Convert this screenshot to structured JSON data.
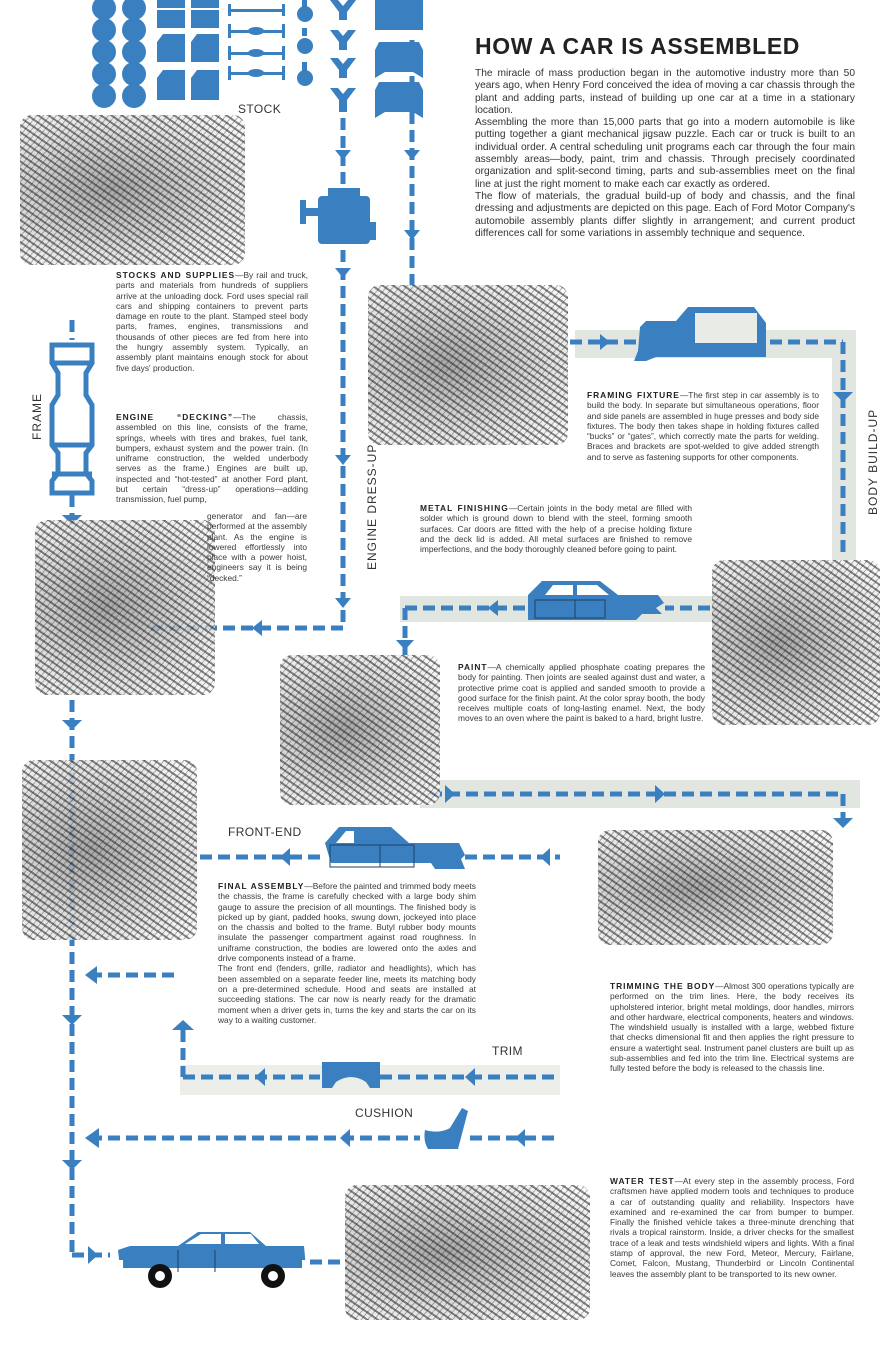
{
  "title": "HOW A CAR IS ASSEMBLED",
  "intro": [
    "The miracle of mass production began in the automotive industry more than 50 years ago, when Henry Ford conceived the idea of moving a car chassis through the plant and adding parts, instead of building up one car at a time in a stationary location.",
    "Assembling the more than 15,000 parts that go into a modern automobile is like putting together a giant mechanical jigsaw puzzle. Each car or truck is built to an individual order. A central scheduling unit programs each car through the four main assembly areas—body, paint, trim and chassis. Through precisely coordinated organization and split-second timing, parts and sub-assemblies meet on the final line at just the right moment to make each car exactly as ordered.",
    "The flow of materials, the gradual build-up of body and chassis, and the final dressing and adjustments are depicted on this page. Each of Ford Motor Company's automobile assembly plants differ slightly in arrangement; and current product differences call for some variations in assembly technique and sequence."
  ],
  "labels": {
    "stock": "STOCK",
    "frame": "FRAME",
    "engine_dress_up": "ENGINE DRESS-UP",
    "body_build_up": "BODY BUILD-UP",
    "front_end": "FRONT-END",
    "trim": "TRIM",
    "cushion": "CUSHION"
  },
  "sections": {
    "stocks": {
      "heading": "STOCKS AND SUPPLIES",
      "body": "—By rail and truck, parts and materials from hundreds of suppliers arrive at the unloading dock. Ford uses special rail cars and shipping containers to prevent parts damage en route to the plant. Stamped steel body parts, frames, engines, transmissions and thousands of other pieces are fed from here into the hungry assembly system. Typically, an assembly plant maintains enough stock for about five days' production."
    },
    "engine": {
      "heading": "ENGINE “DECKING”",
      "body": "—The chassis, assembled on this line, consists of the frame, springs, wheels with tires and brakes, fuel tank, bumpers, exhaust system and the power train. (In uniframe construction, the welded underbody serves as the frame.) Engines are built up, inspected and “hot-tested” at another Ford plant, but certain “dress-up” operations—adding transmission, fuel pump,",
      "body_cont": "generator and fan—are performed at the assembly plant. As the engine is lowered effortlessly into place with a power hoist, engineers say it is being “decked.”"
    },
    "framing": {
      "heading": "FRAMING FIXTURE",
      "body": "—The first step in car assembly is to build the body. In separate but simultaneous operations, floor and side panels are assembled in huge presses and body side fixtures. The body then takes shape in holding fixtures called “bucks” or “gates”, which correctly mate the parts for welding. Braces and brackets are spot-welded to give added strength and to serve as fastening supports for other components."
    },
    "metal": {
      "heading": "METAL FINISHING",
      "body": "—Certain joints in the body metal are filled with solder which is ground down to blend with the steel, forming smooth surfaces. Car doors are fitted with the help of a precise holding fixture and the deck lid is added. All metal surfaces are finished to remove imperfections, and the body thoroughly cleaned before going to paint."
    },
    "paint": {
      "heading": "PAINT",
      "body": "—A chemically applied phosphate coating prepares the body for painting. Then joints are sealed against dust and water, a protective prime coat is applied and sanded smooth to provide a good surface for the finish paint. At the color spray booth, the body receives multiple coats of long-lasting enamel. Next, the body moves to an oven where the paint is baked to a hard, bright lustre."
    },
    "final": {
      "heading": "FINAL ASSEMBLY",
      "body": "—Before the painted and trimmed body meets the chassis, the frame is carefully checked with a large body shim gauge to assure the precision of all mountings. The finished body is picked up by giant, padded hooks, swung down, jockeyed into place on the chassis and bolted to the frame. Butyl rubber body mounts insulate the passenger compartment against road roughness. In uniframe construction, the bodies are lowered onto the axles and drive components instead of a frame.",
      "body2": "The front end (fenders, grille, radiator and headlights), which has been assembled on a separate feeder line, meets its matching body on a pre-determined schedule. Hood and seats are installed at succeeding stations. The car now is nearly ready for the dramatic moment when a driver gets in, turns the key and starts the car on its way to a waiting customer."
    },
    "trimming": {
      "heading": "TRIMMING THE BODY",
      "body": "—Almost 300 operations typically are performed on the trim lines. Here, the body receives its upholstered interior, bright metal moldings, door handles, mirrors and other hardware, electrical components, heaters and windows. The windshield usually is installed with a large, webbed fixture that checks dimensional fit and then applies the right pressure to ensure a watertight seal. Instrument panel clusters are built up as sub-assemblies and fed into the trim line. Electrical systems are fully tested before the body is released to the chassis line."
    },
    "water": {
      "heading": "WATER TEST",
      "body": "—At every step in the assembly process, Ford craftsmen have applied modern tools and techniques to produce a car of outstanding quality and reliability. Inspectors have examined and re-examined the car from bumper to bumper. Finally the finished vehicle takes a three-minute drenching that rivals a tropical rainstorm. Inside, a driver checks for the smallest trace of a leak and tests windshield wipers and lights. With a final stamp of approval, the new Ford, Meteor, Mercury, Fairlane, Comet, Falcon, Mustang, Thunderbird or Lincoln Continental leaves the assembly plant to be transported to its new owner."
    }
  },
  "colors": {
    "flow_blue": "#3a7fbf",
    "band_gray": "#dfe3dd",
    "text": "#333333"
  },
  "icons": [
    "wheel-stack-icon",
    "door-panel-icon",
    "axle-icon",
    "spring-icon",
    "y-bracket-icon",
    "bumper-icon",
    "engine-icon",
    "frame-icon",
    "body-shell-icon",
    "car-body-icon",
    "instrument-panel-icon",
    "seat-icon",
    "finished-car-icon",
    "flow-arrow-icon"
  ]
}
